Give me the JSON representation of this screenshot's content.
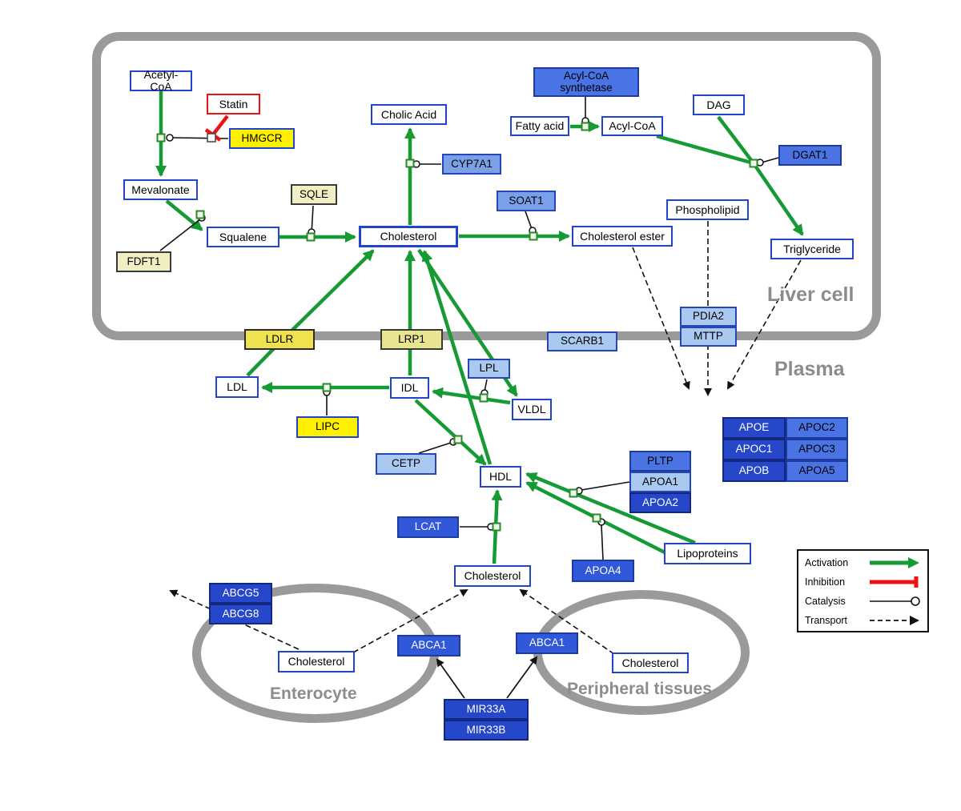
{
  "diagram": {
    "areas": {
      "liver": "Liver cell",
      "plasma": "Plasma",
      "enterocyte": "Enterocyte",
      "peripheral": "Peripheral tissues"
    },
    "nodes": {
      "acetyl_coa": "Acetyl-CoA",
      "statin": "Statin",
      "hmgcr": "HMGCR",
      "mevalonate": "Mevalonate",
      "sqle": "SQLE",
      "fdft1": "FDFT1",
      "squalene": "Squalene",
      "cholesterol": "Cholesterol",
      "cholic_acid": "Cholic Acid",
      "cyp7a1": "CYP7A1",
      "soat1": "SOAT1",
      "cholesterol_ester": "Cholesterol ester",
      "acyl_coa_synthetase": "Acyl-CoA synthetase",
      "fatty_acid": "Fatty acid",
      "acyl_coa": "Acyl-CoA",
      "dag": "DAG",
      "dgat1": "DGAT1",
      "phospholipid": "Phospholipid",
      "triglyceride": "Triglyceride",
      "ldlr": "LDLR",
      "lrp1": "LRP1",
      "scarb1": "SCARB1",
      "pdia2": "PDIA2",
      "mttp": "MTTP",
      "ldl": "LDL",
      "idl": "IDL",
      "lpl": "LPL",
      "vldl": "VLDL",
      "lipc": "LIPC",
      "cetp": "CETP",
      "hdl": "HDL",
      "lcat": "LCAT",
      "pltp": "PLTP",
      "apoa1": "APOA1",
      "apoa2": "APOA2",
      "apoa4": "APOA4",
      "lipoproteins": "Lipoproteins",
      "apoe": "APOE",
      "apoc2": "APOC2",
      "apoc1": "APOC1",
      "apoc3": "APOC3",
      "apob": "APOB",
      "apoa5": "APOA5",
      "abcg5": "ABCG5",
      "abcg8": "ABCG8",
      "cholesterol_enterocyte": "Cholesterol",
      "cholesterol_hdl": "Cholesterol",
      "abca1_enterocyte": "ABCA1",
      "abca1_peripheral": "ABCA1",
      "cholesterol_peripheral": "Cholesterol",
      "mir33a": "MIR33A",
      "mir33b": "MIR33B"
    },
    "legend": {
      "activation": "Activation",
      "inhibition": "Inhibition",
      "catalysis": "Catalysis",
      "transport": "Transport"
    },
    "colors": {
      "activation_green": "#169a33",
      "inhibition_red": "#ee1111",
      "membrane_gray": "#9a9a9a",
      "gene_dark_blue": "#2647c9",
      "gene_medium_blue": "#4a74e4",
      "gene_light_blue": "#a9c9f0",
      "metabolite_border_blue": "#2244cc",
      "highlight_yellow": "#ffef00",
      "pale_yellow": "#f2eec4"
    }
  }
}
